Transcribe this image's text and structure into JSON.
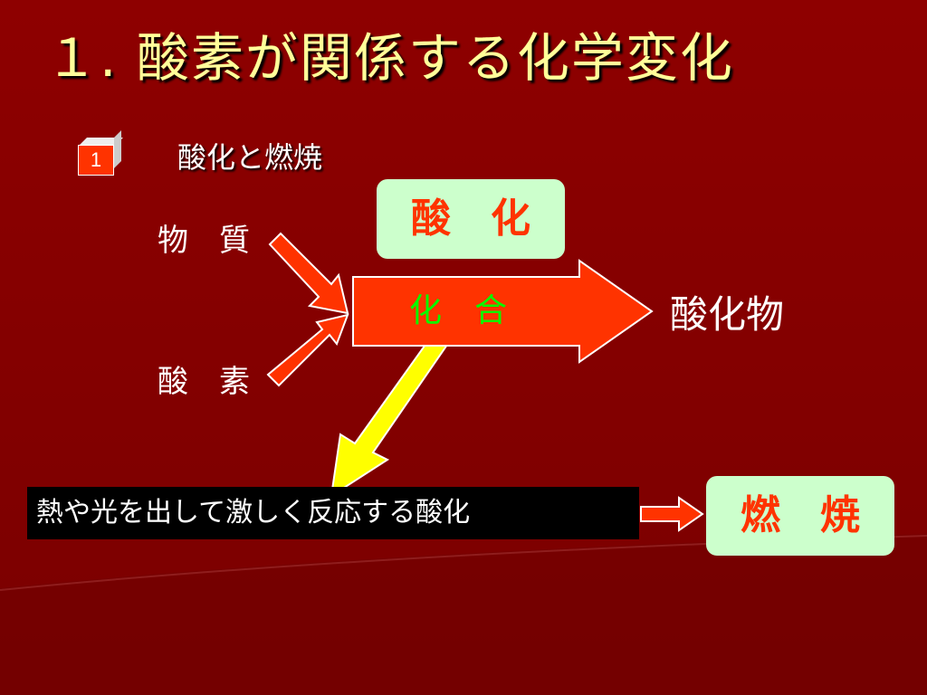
{
  "slide": {
    "title": "１. 酸素が関係する化学変化",
    "section_number": "1",
    "section_title": "酸化と燃焼"
  },
  "diagram": {
    "input_top": "物　質",
    "input_bottom": "酸　素",
    "oxidation_box": "酸　化",
    "big_arrow_label": "化　合",
    "product": "酸化物",
    "description": "熱や光を出して激しく反応する酸化",
    "combustion_box": "燃　焼"
  },
  "colors": {
    "background": "#8a0000",
    "title": "#ffff99",
    "accent_red": "#ff3300",
    "box_green": "#ccffcc",
    "arrow_yellow": "#ffff00",
    "label_green": "#00ff00"
  }
}
